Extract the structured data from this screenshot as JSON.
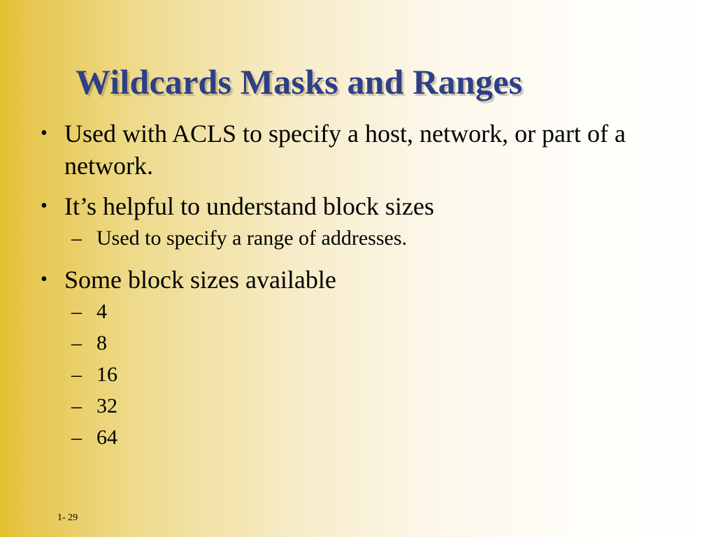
{
  "slide": {
    "title": "Wildcards Masks and Ranges",
    "bullets": [
      {
        "bullet_char": "•",
        "text": "Used with ACLS to specify a host, network, or part of a network."
      },
      {
        "bullet_char": "•",
        "text": "It’s helpful to understand block sizes",
        "sub": [
          {
            "dash": "–",
            "text": "Used to specify a range of addresses."
          }
        ]
      },
      {
        "bullet_char": "•",
        "text": "Some block sizes available",
        "sub": [
          {
            "dash": "–",
            "text": "4"
          },
          {
            "dash": "–",
            "text": "8"
          },
          {
            "dash": "–",
            "text": "16"
          },
          {
            "dash": "–",
            "text": "32"
          },
          {
            "dash": "–",
            "text": "64"
          }
        ]
      }
    ],
    "page_number": "1- 29"
  },
  "colors": {
    "title": "#2f3f87",
    "gradient_left": "#e2bf2b",
    "gradient_right": "#ffffff"
  }
}
